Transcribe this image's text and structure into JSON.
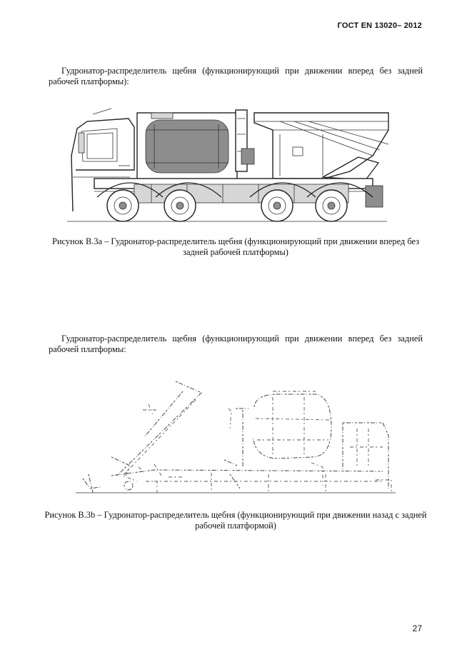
{
  "header": {
    "standard_code": "ГОСТ EN 13020– 2012"
  },
  "section_a": {
    "paragraph": "Гудронатор-распределитель щебня (функционирующий при движении вперед без задней рабочей платформы):",
    "caption": "Рисунок В.3а – Гудронатор-распределитель щебня (функционирующий при движении вперед без задней рабочей платформы)"
  },
  "section_b": {
    "paragraph": "Гудронатор-распределитель щебня (функционирующий при движении вперед без задней рабочей платформы:",
    "caption": "Рисунок В.3b – Гудронатор-распределитель щебня (функционирующий при движении назад с задней рабочей платформой)"
  },
  "footer": {
    "page_number": "27"
  }
}
